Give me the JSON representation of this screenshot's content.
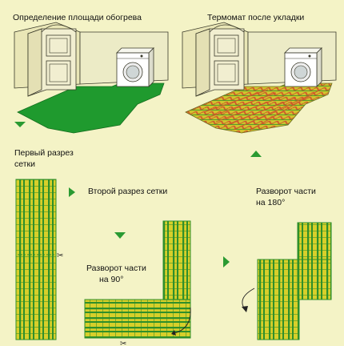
{
  "captions": {
    "heating_area": "Определение площади обогрева",
    "after_laying": "Термомат после укладки",
    "first_cut_line1": "Первый разрез",
    "first_cut_line2": "сетки",
    "second_cut": "Второй разрез сетки",
    "rotate90_line1": "Разворот части",
    "rotate90_line2": "на 90°",
    "rotate180_line1": "Разворот части",
    "rotate180_line2": "на 180°"
  },
  "colors": {
    "background": "#f4f3c6",
    "floor_green": "#1f9a2e",
    "mesh_yellow": "#d7cf2a",
    "mesh_green": "#2f8f2a",
    "heating_cable": "#d0532a",
    "arrow_green": "#2a9a32",
    "room_wall": "#e9e6b6",
    "outline": "#3a3a2a"
  },
  "icons": {
    "scissors": "scissors-icon",
    "rotate_arrow": "curved-arrow-icon"
  }
}
